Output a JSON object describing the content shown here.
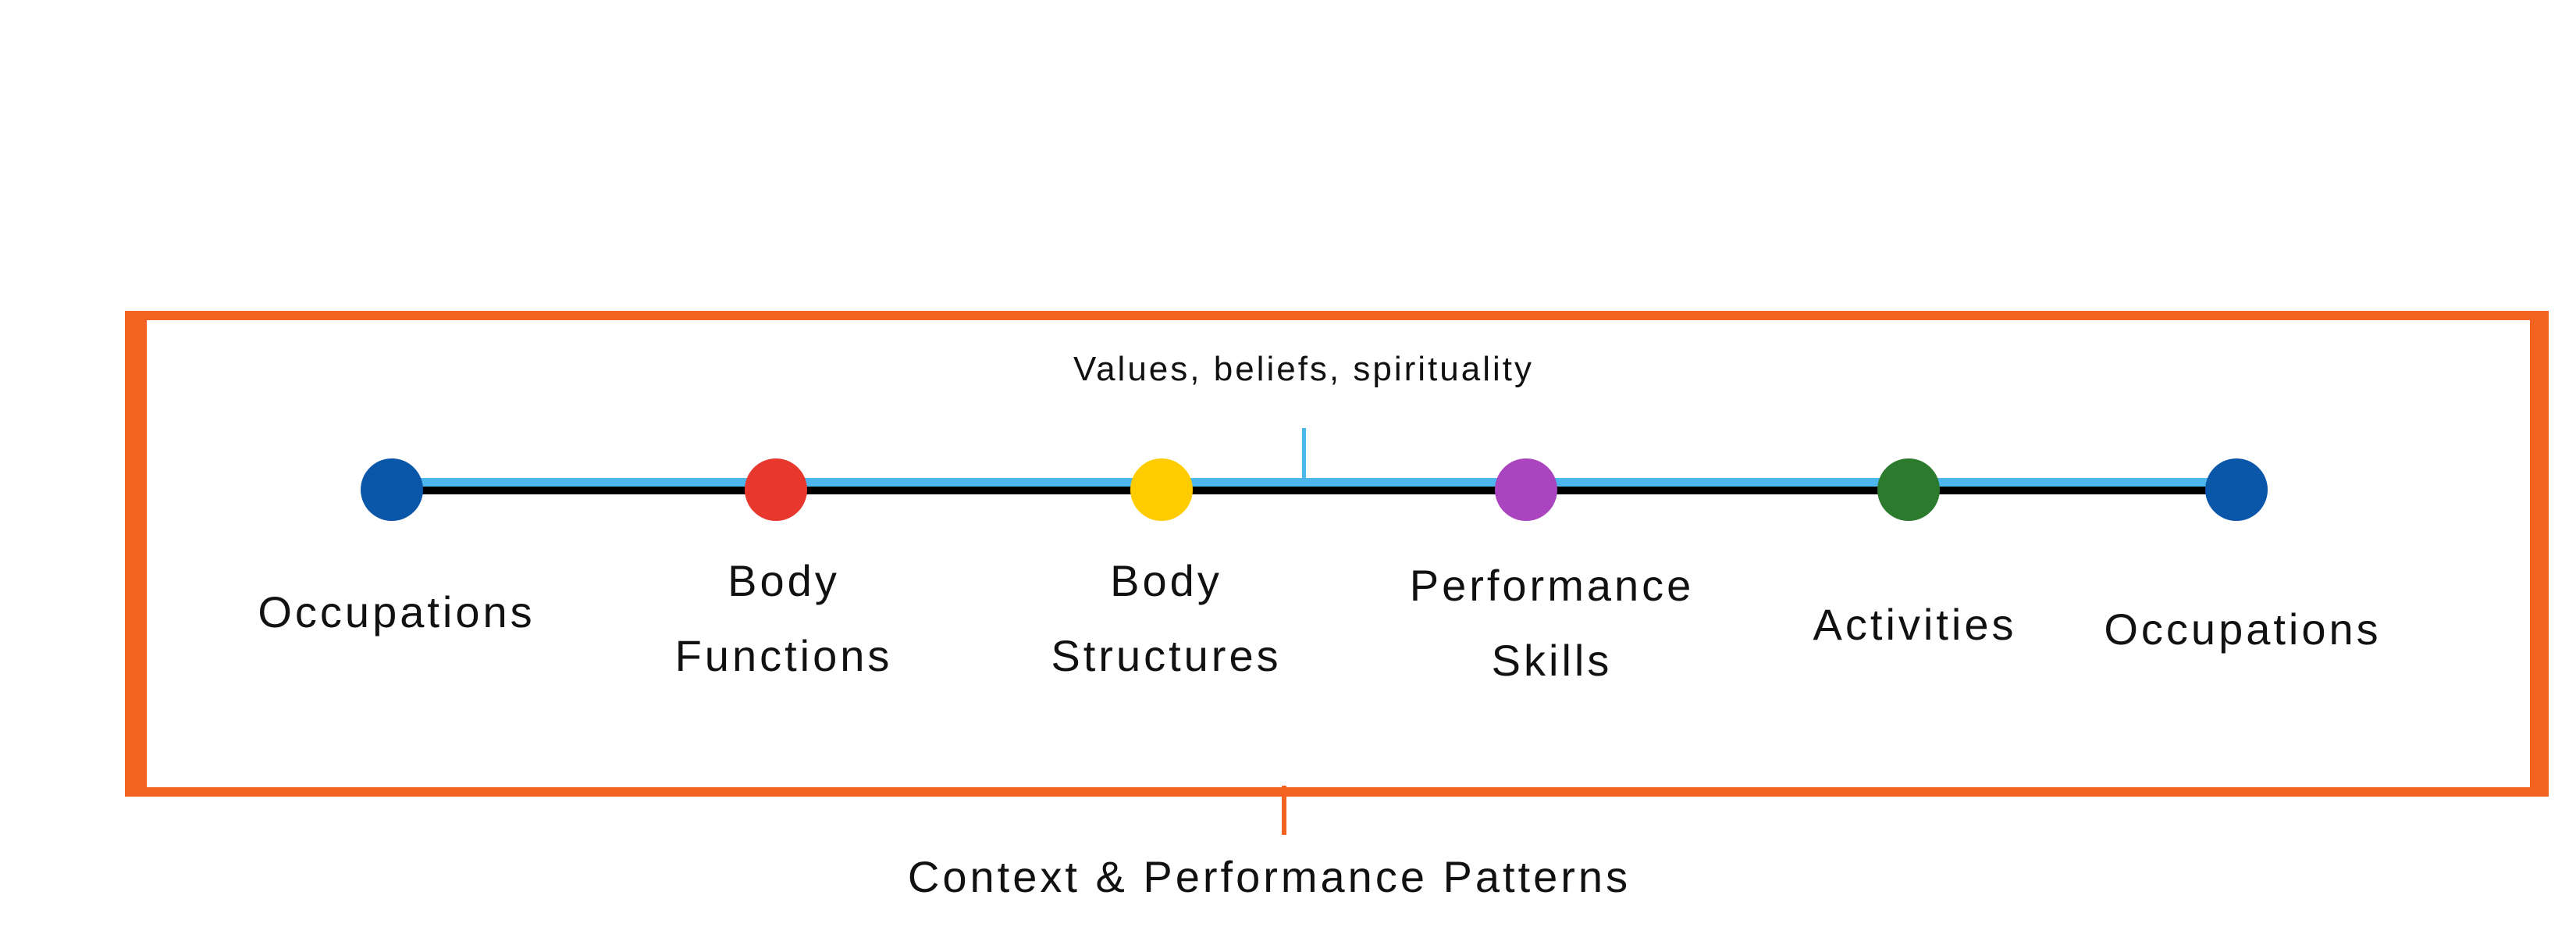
{
  "diagram": {
    "top_label": "Values, beliefs, spirituality",
    "bottom_label": "Context & Performance Patterns",
    "nodes": [
      {
        "lines": [
          "Occupations"
        ],
        "color": "#0A56A8"
      },
      {
        "lines": [
          "Body",
          "Functions"
        ],
        "color": "#E8382E"
      },
      {
        "lines": [
          "Body",
          "Structures"
        ],
        "color": "#FFCC00"
      },
      {
        "lines": [
          "Performance",
          "Skills"
        ],
        "color": "#AA44BF"
      },
      {
        "lines": [
          "Activities"
        ],
        "color": "#2B7A2E"
      },
      {
        "lines": [
          "Occupations"
        ],
        "color": "#0A56A8"
      }
    ],
    "colors": {
      "frame": "#F26322",
      "timeline_upper": "#4DB6EC",
      "timeline_lower": "#000000"
    }
  }
}
